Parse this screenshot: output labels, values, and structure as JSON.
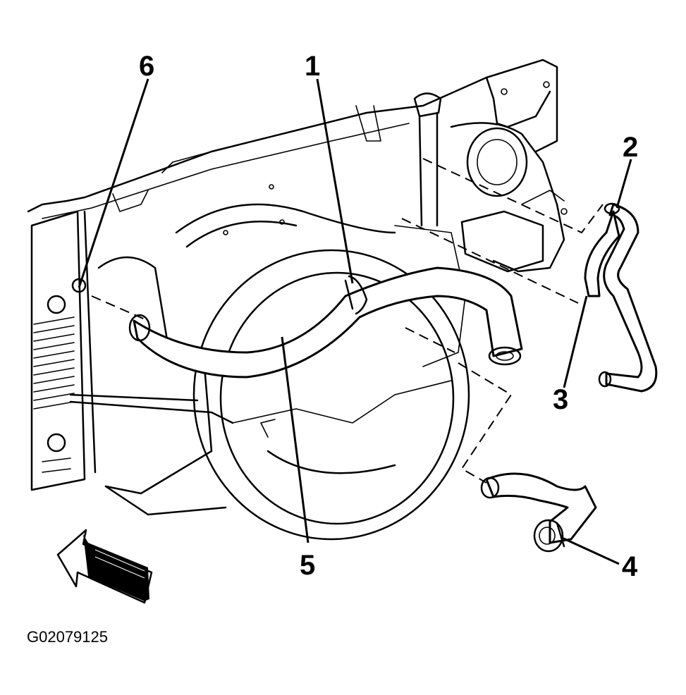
{
  "callouts": {
    "c1": "1",
    "c2": "2",
    "c3": "3",
    "c4": "4",
    "c5": "5",
    "c6": "6"
  },
  "figure_id": "G02079125",
  "colors": {
    "line": "#000000",
    "background": "#ffffff"
  }
}
